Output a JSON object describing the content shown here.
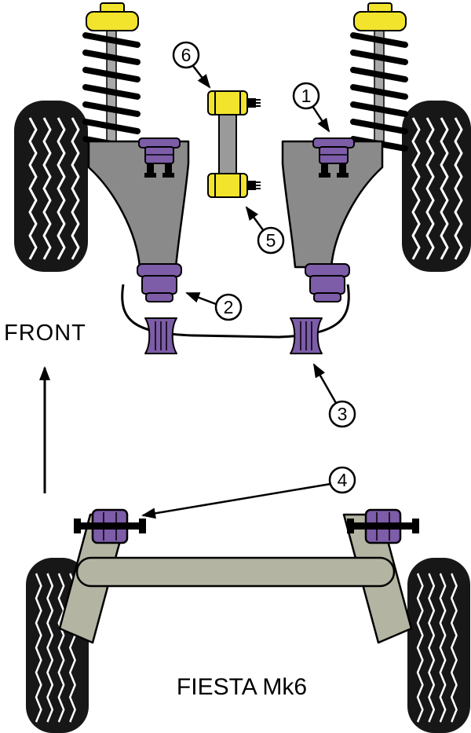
{
  "title": "FIESTA Mk6",
  "front_label": "FRONT",
  "callouts": [
    "1",
    "2",
    "3",
    "4",
    "5",
    "6"
  ],
  "colors": {
    "bush_purple": "#7d5ca8",
    "link_yellow": "#f2e42c",
    "arm_gray": "#8a8a8a",
    "rod_gray": "#a8a8a8",
    "beam_gray": "#b4b4a2",
    "tire_black": "#171717",
    "outline": "#000000"
  }
}
